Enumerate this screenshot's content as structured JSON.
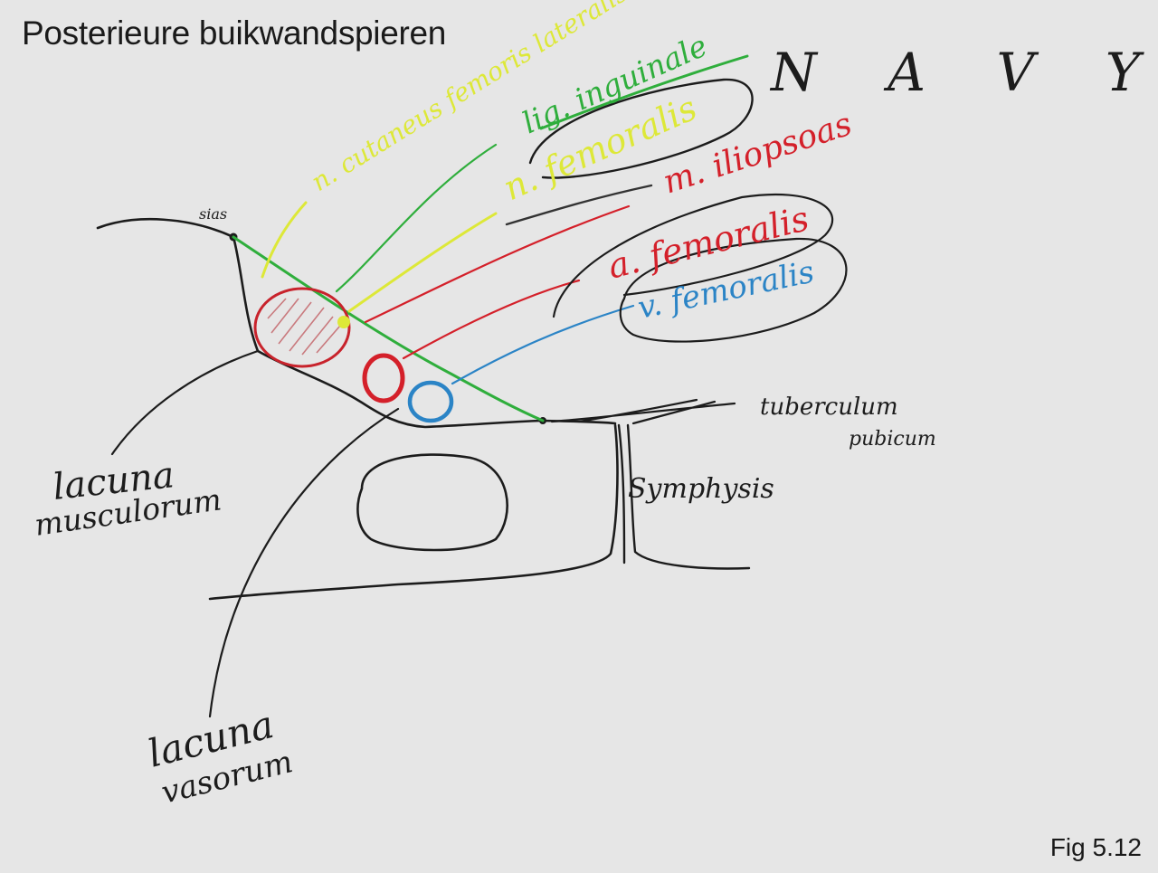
{
  "slide": {
    "title": "Posterieure buikwandspieren",
    "figure_label": "Fig 5.12"
  },
  "mnemonic": "N A V Y",
  "colors": {
    "nerve_yellow": "#dde838",
    "ligament_green": "#2fae3c",
    "artery_red": "#d4202a",
    "vein_blue": "#2b84c6",
    "ink_black": "#1c1c1c"
  },
  "labels": {
    "nerve_cutaneous": "n. cutaneus femoris lateralis",
    "ligament": "lig. inguinale",
    "nerve_femoral": "n. femoralis",
    "muscle": "m. iliopsoas",
    "artery": "a. femoralis",
    "vein": "v. femoralis",
    "sias": "sias",
    "tuberculum": "tuberculum",
    "tuberculum_line2": "pubicum",
    "symphysis": "Symphysis",
    "lacuna_musculorum": "lacuna",
    "lacuna_musculorum_line2": "musculorum",
    "lacuna_vasorum": "lacuna",
    "lacuna_vasorum_line2": "vasorum"
  }
}
